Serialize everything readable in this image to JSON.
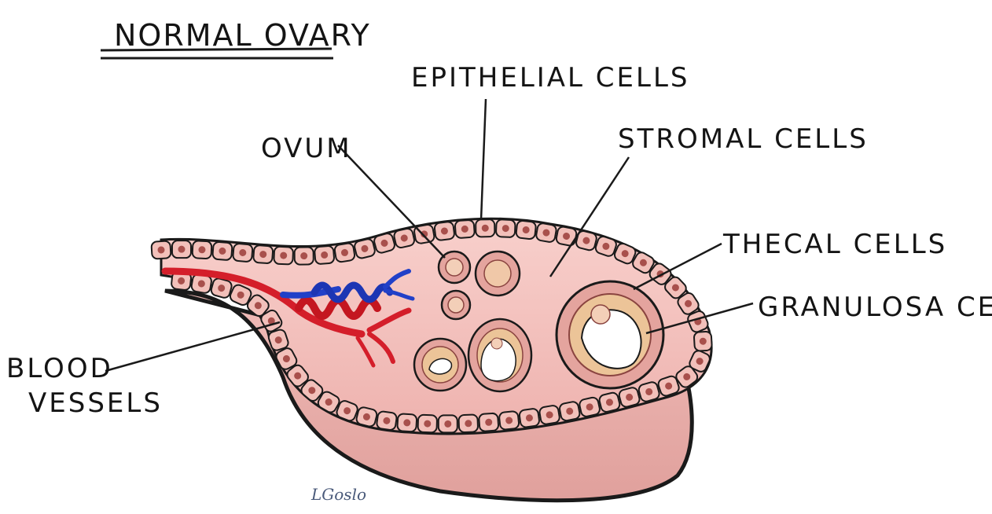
{
  "title": "NORMAL OVARY",
  "labels": {
    "epithelial": "EPITHELIAL CELLS",
    "ovum": "OVUM",
    "stromal": "STROMAL CELLS",
    "thecal": "THECAL CELLS",
    "granulosa": "GRANULOSA CELLS",
    "blood_line1": "BLOOD",
    "blood_line2": "VESSELS"
  },
  "signature": "LGoslo",
  "colors": {
    "stroma": "#f4c4c0",
    "stroma_dark": "#e8a8a4",
    "epithelial_cell": "#f2c0ba",
    "nucleus": "#a8504c",
    "artery": "#d41e2a",
    "vein": "#2140c8",
    "theca": "#e4a49e",
    "granulosa": "#ecc498",
    "antrum": "#ffffff",
    "outline": "#1a1a1a"
  }
}
